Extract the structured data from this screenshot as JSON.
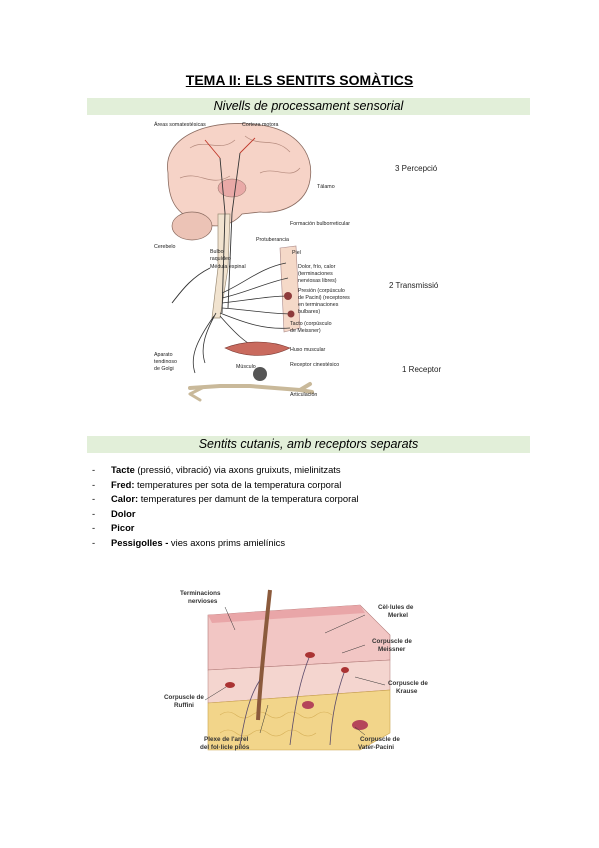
{
  "title": "TEMA II: ELS SENTITS SOMÀTICS",
  "sections": [
    {
      "heading": "Nivells de processament sensorial"
    },
    {
      "heading": "Sentits cutanis, amb receptors separats"
    }
  ],
  "stages": {
    "perception": "3 Percepció",
    "transmission": "2 Transmissió",
    "receptor": "1 Receptor"
  },
  "neuro_labels": {
    "areas": "Áreas somatestésicas",
    "motor": "Corteza motora",
    "talamo": "Tálamo",
    "formacion": "Formación bulborreticular",
    "protuberancia": "Protuberancia",
    "cerebelo": "Cerebelo",
    "bulbo1": "Bulbo",
    "bulbo2": "raquídeo",
    "medula": "Médula espinal",
    "piel": "Piel",
    "dolor1": "Dolor, frío, calor",
    "dolor2": "(terminaciones",
    "dolor3": "nerviosas libres)",
    "presion1": "Presión (corpúsculo",
    "presion2": "de Pacini) (receptores",
    "presion3": "en terminaciones",
    "presion4": "bulbares)",
    "tacto1": "Tacto (corpúsculo",
    "tacto2": "de Meissner)",
    "aparato1": "Aparato",
    "aparato2": "tendinoso",
    "aparato3": "de Golgi",
    "musculo": "Músculo",
    "huso": "Huso muscular",
    "receptor_cin": "Receptor cinestésico",
    "articulacion": "Articulación"
  },
  "list": [
    {
      "bold": "Tacte",
      "rest": " (pressió, vibració) via axons gruixuts, mielinitzats"
    },
    {
      "bold": "Fred:",
      "rest": " temperatures per sota de la temperatura corporal"
    },
    {
      "bold": "Calor:",
      "rest": " temperatures per damunt de la temperatura corporal"
    },
    {
      "bold": "Dolor",
      "rest": ""
    },
    {
      "bold": "Picor",
      "rest": ""
    },
    {
      "bold": "Pessigolles -",
      "rest": " vies axons prims amielínics"
    }
  ],
  "skin_labels": {
    "term1": "Terminacions",
    "term2": "nervioses",
    "merkel1": "Cèl·lules de",
    "merkel2": "Merkel",
    "meiss1": "Corpuscle de",
    "meiss2": "Meissner",
    "krause1": "Corpuscle de",
    "krause2": "Krause",
    "ruff1": "Corpuscle de",
    "ruff2": "Ruffini",
    "plexe1": "Plexe de l'arrel",
    "plexe2": "del fol·licle pilós",
    "pacini1": "Corpuscle de",
    "pacini2": "Vater-Pacini"
  },
  "colors": {
    "band": "#e2efd9",
    "tissue": "#f2c6c4",
    "fat": "#f2d58a",
    "nerve": "#333333"
  }
}
